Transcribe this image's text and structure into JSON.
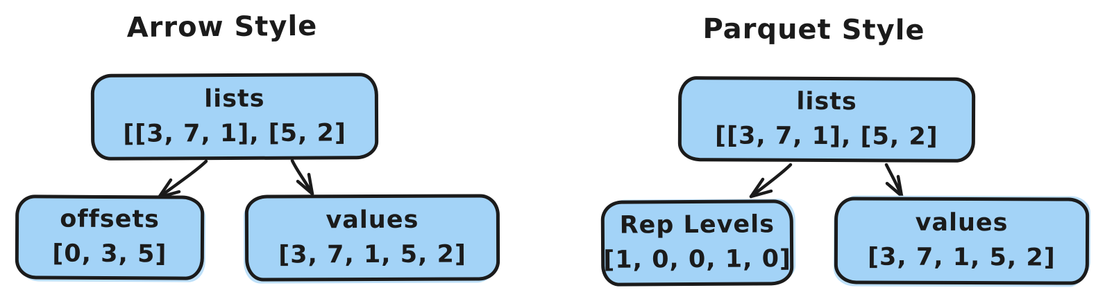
{
  "background": "#ffffff",
  "box_fill": "#a3d3f7",
  "stroke_color": "#1b1b1b",
  "diagrams": [
    {
      "title": "Arrow Style",
      "nodes": [
        {
          "id": "lists",
          "label": "lists",
          "value": "[[3, 7, 1], [5, 2]"
        },
        {
          "id": "offsets",
          "label": "offsets",
          "value": "[0, 3, 5]"
        },
        {
          "id": "values",
          "label": "values",
          "value": "[3, 7, 1, 5, 2]"
        }
      ],
      "edges": [
        {
          "from": "lists",
          "to": "offsets"
        },
        {
          "from": "lists",
          "to": "values"
        }
      ]
    },
    {
      "title": "Parquet Style",
      "nodes": [
        {
          "id": "lists",
          "label": "lists",
          "value": "[[3, 7, 1], [5, 2]"
        },
        {
          "id": "rep-levels",
          "label": "Rep Levels",
          "value": "[1, 0, 0, 1, 0]"
        },
        {
          "id": "values",
          "label": "values",
          "value": "[3, 7, 1, 5, 2]"
        }
      ],
      "edges": [
        {
          "from": "lists",
          "to": "rep-levels"
        },
        {
          "from": "lists",
          "to": "values"
        }
      ]
    }
  ]
}
